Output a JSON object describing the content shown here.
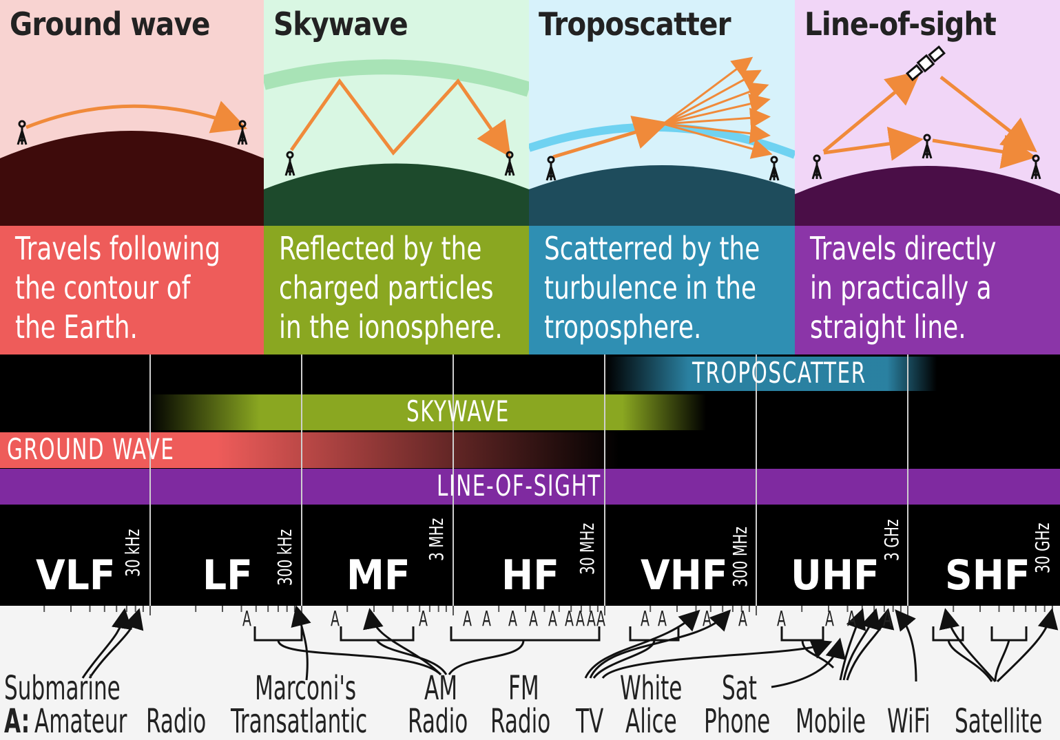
{
  "panels": [
    {
      "id": "ground-wave",
      "title": "Ground wave",
      "lines": [
        "Travels following",
        "the contour of",
        "the Earth."
      ],
      "sky": "#f8d3d1",
      "earth": "#3e0b0b",
      "desc_bg": "#ee5c5a"
    },
    {
      "id": "skywave",
      "title": "Skywave",
      "lines": [
        "Reflected by the",
        "charged particles",
        "in the ionosphere."
      ],
      "sky": "#d9f7e3",
      "earth": "#1d4a2c",
      "desc_bg": "#8aa721"
    },
    {
      "id": "troposcatter",
      "title": "Troposcatter",
      "lines": [
        "Scatterred by the",
        "turbulence in the",
        "troposphere."
      ],
      "sky": "#d7f2fb",
      "earth": "#1e4c5c",
      "desc_bg": "#2f8fb3"
    },
    {
      "id": "line-of-sight",
      "title": "Line-of-sight",
      "lines": [
        "Travels directly",
        "in practically a",
        "straight line."
      ],
      "sky": "#f1d6f7",
      "earth": "#4a0e47",
      "desc_bg": "#8b35a8"
    }
  ],
  "modes": {
    "troposcatter": "TROPOSCATTER",
    "skywave": "SKYWAVE",
    "ground_wave": "GROUND WAVE",
    "line_of_sight": "LINE-OF-SIGHT"
  },
  "bands": [
    {
      "name": "VLF",
      "limit": "30 kHz"
    },
    {
      "name": "LF",
      "limit": "300 kHz"
    },
    {
      "name": "MF",
      "limit": "3 MHz"
    },
    {
      "name": "HF",
      "limit": "30 MHz"
    },
    {
      "name": "VHF",
      "limit": "300 MHz"
    },
    {
      "name": "UHF",
      "limit": "3 GHz"
    },
    {
      "name": "SHF",
      "limit": "30 GHz"
    }
  ],
  "amateur_marker": "A",
  "applications": {
    "submarine": "Submarine",
    "marconi_1": "Marconi's",
    "marconi_2": "Transatlantic",
    "am_1": "AM",
    "am_2": "Radio",
    "fm_1": "FM",
    "fm_2": "Radio",
    "tv": "TV",
    "white_alice_1": "White",
    "white_alice_2": "Alice",
    "sat_phone_1": "Sat",
    "sat_phone_2": "Phone",
    "mobile": "Mobile",
    "wifi": "WiFi",
    "satellite": "Satellite"
  },
  "legend": {
    "key": "A:",
    "amateur_1": "Amateur",
    "amateur_2": "Radio"
  },
  "colors": {
    "propagation_arrow": "#f08a3a",
    "ground_wave": "#ee5c5a",
    "skywave": "#8aa721",
    "troposcatter": "#2f8fb3",
    "line_of_sight": "#7f2aa0",
    "ionosphere": "#a8e3b6",
    "troposphere": "#6fd2f1"
  }
}
